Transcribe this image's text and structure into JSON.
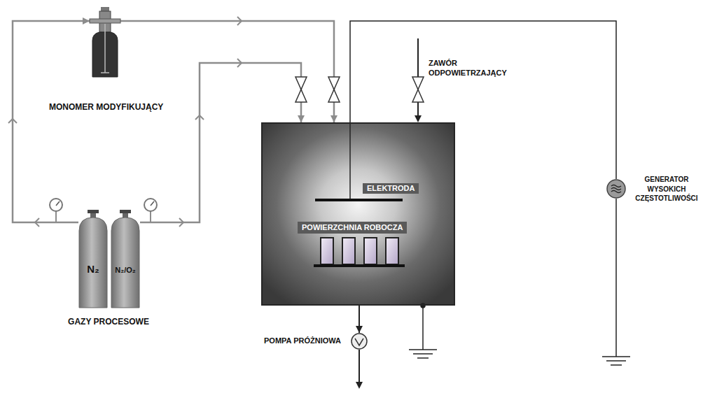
{
  "diagram": {
    "nodes": [
      {
        "text": [
          "MONOMER MODYFIKUJĄCY"
        ]
      },
      {
        "text": [
          "N₂"
        ]
      },
      {
        "text": [
          "N₂/O₂"
        ]
      },
      {
        "text": []
      },
      {
        "text": [
          "ELEKTRODA"
        ],
        "in": 3
      },
      {
        "text": [
          "POWIERZCHNIA ROBOCZA"
        ],
        "in": 3
      },
      {
        "text": [
          "POMPA PRÓŻNIOWA"
        ]
      },
      {
        "text": [
          "GENERATOR WYSOKICH CZĘSTOTLIWOŚCI"
        ]
      }
    ],
    "edges": [
      {
        "from": 1,
        "to": 0,
        "arrow": "to"
      },
      {
        "from": 0,
        "to": 3,
        "arrow": "to"
      },
      {
        "from": 2,
        "to": 3,
        "arrow": "to"
      },
      {
        "from": 3,
        "to": 6,
        "arrow": "to"
      },
      {
        "from": 7,
        "to": 4,
        "arrow": "none"
      }
    ],
    "labels": [
      "ZAWÓR ODPOWIETRZAJĄCY",
      "GAZY PROCESOWE"
    ]
  }
}
